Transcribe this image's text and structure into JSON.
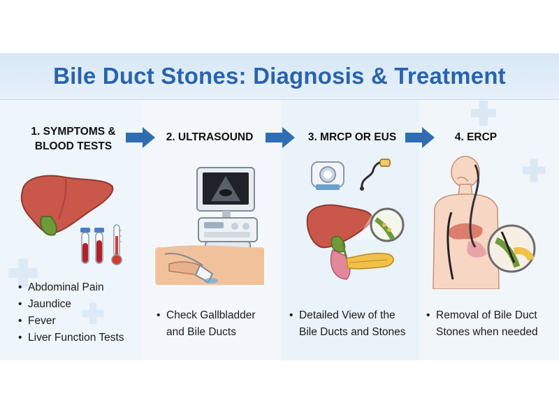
{
  "title": "Bile Duct Stones: Diagnosis & Treatment",
  "steps": [
    {
      "heading_line1": "1. SYMPTOMS &",
      "heading_line2": "BLOOD TESTS",
      "bullets": [
        "Abdominal Pain",
        "Jaundice",
        "Fever",
        "Liver Function Tests"
      ]
    },
    {
      "heading_line1": "2. ULTRASOUND",
      "bullets": [
        "Check Gallbladder",
        "and Bile Ducts"
      ]
    },
    {
      "heading_line1": "3. MRCP OR EUS",
      "bullets": [
        "Detailed View of the",
        "Bile Ducts and Stones"
      ]
    },
    {
      "heading_line1": "4. ERCP",
      "bullets": [
        "Removal of Bile Duct",
        "Stones when needed"
      ]
    }
  ],
  "icons": [
    "liver-icon",
    "test-tubes-icon",
    "thermometer-icon",
    "ultrasound-machine-icon",
    "ultrasound-probe-icon",
    "mri-scanner-icon",
    "endoscopic-ultrasound-probe-icon",
    "liver-pancreas-icon",
    "magnifier-icon",
    "human-torso-icon",
    "endoscope-icon"
  ],
  "colors": {
    "title": "#2a63ad",
    "arrow": "#2f6db0",
    "liver": "#c9574a",
    "gallbladder": "#6f9a3a",
    "pancreas": "#f0c04a"
  }
}
